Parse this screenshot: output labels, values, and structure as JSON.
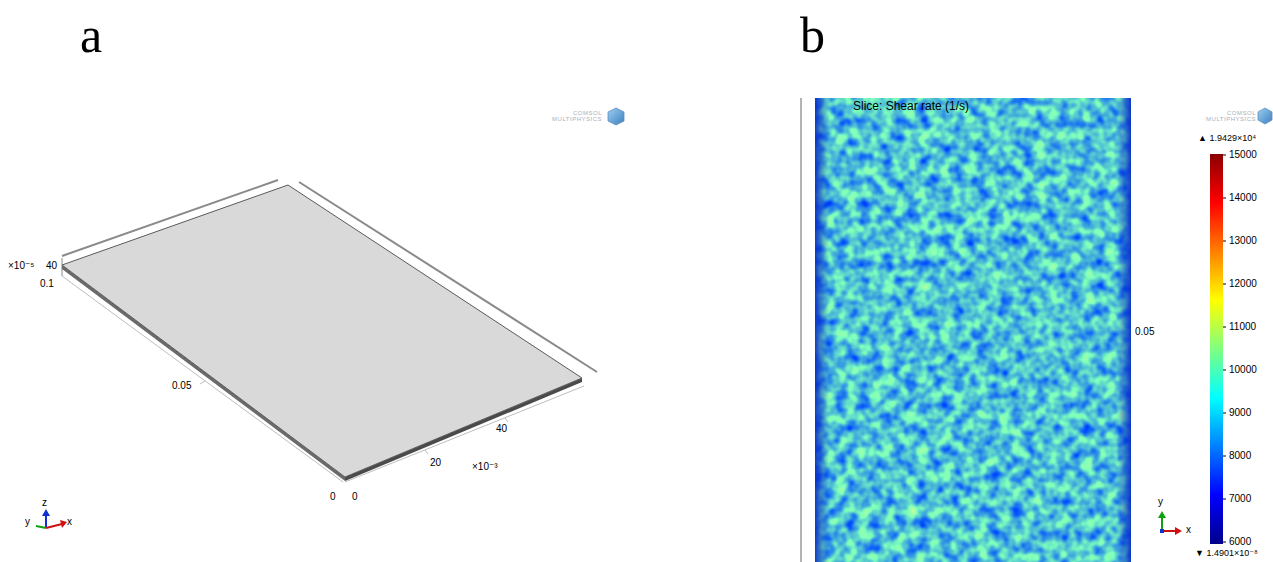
{
  "diagram": {
    "labels": [
      "a",
      "COMSOL MULTIPHYSICS",
      "×10⁻⁵",
      "40",
      "0.1",
      "0.05",
      "0",
      "0",
      "20",
      "40",
      "×10⁻³",
      "y",
      "z",
      "x",
      "b",
      "Slice: Shear rate (1/s)",
      "0.05",
      "COMSOL MULTIPHYSICS",
      "▲ 1.9429×10⁴",
      "15000",
      "14000",
      "13000",
      "12000",
      "11000",
      "10000",
      "9000",
      "8000",
      "7000",
      "6000",
      "▼ 1.4901×10⁻⁸",
      "y",
      "x"
    ]
  }
}
